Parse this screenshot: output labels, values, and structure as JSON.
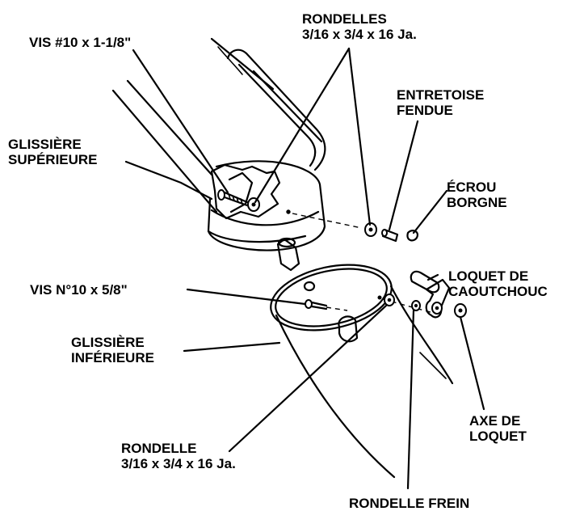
{
  "labels": {
    "screw_top_line1": "VIS #10 x 1-1/8\"",
    "washers_top_line1": "RONDELLES",
    "washers_top_line2": "3/16 x 3/4 x 16 Ja.",
    "spacer_line1": "ENTRETOISE",
    "spacer_line2": "FENDUE",
    "upper_slide_line1": "GLISSIÈRE",
    "upper_slide_line2": "SUPÉRIEURE",
    "nut_line1": "ÉCROU",
    "nut_line2": "BORGNE",
    "latch_line1": "LOQUET  DE",
    "latch_line2": "CAOUTCHOUC",
    "screw_bottom_line1": "VIS N°10 x 5/8\"",
    "lower_slide_line1": "GLISSIÈRE",
    "lower_slide_line2": "INFÉRIEURE",
    "pin_line1": "AXE DE",
    "pin_line2": "LOQUET",
    "washer_bottom_line1": "RONDELLE",
    "washer_bottom_line2": "3/16 x 3/4 x 16 Ja.",
    "lock_washer_line1": "RONDELLE  FREIN"
  }
}
